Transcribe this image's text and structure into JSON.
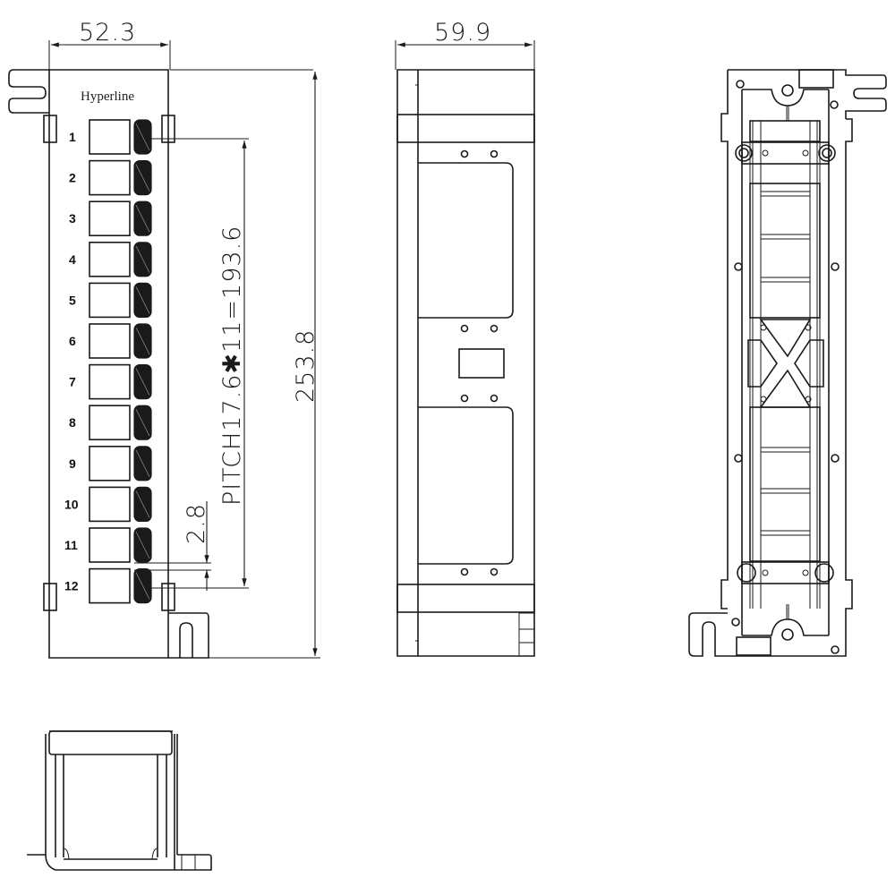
{
  "drawing": {
    "brand_label": "Hyperline",
    "views": {
      "front": {
        "name": "front-view"
      },
      "side": {
        "name": "side-view"
      },
      "rear": {
        "name": "rear-view"
      },
      "bottom": {
        "name": "bottom-view"
      }
    },
    "dimensions": {
      "front_width": "52.3",
      "side_depth": "59.9",
      "total_height": "253.8",
      "pitch": "PITCH17.6✱11=193.6",
      "gap": "2.8"
    },
    "ports": [
      {
        "label": "1"
      },
      {
        "label": "2"
      },
      {
        "label": "3"
      },
      {
        "label": "4"
      },
      {
        "label": "5"
      },
      {
        "label": "6"
      },
      {
        "label": "7"
      },
      {
        "label": "8"
      },
      {
        "label": "9"
      },
      {
        "label": "10"
      },
      {
        "label": "11"
      },
      {
        "label": "12"
      }
    ],
    "colors": {
      "line": "#1a1a1a",
      "background": "#ffffff"
    }
  }
}
